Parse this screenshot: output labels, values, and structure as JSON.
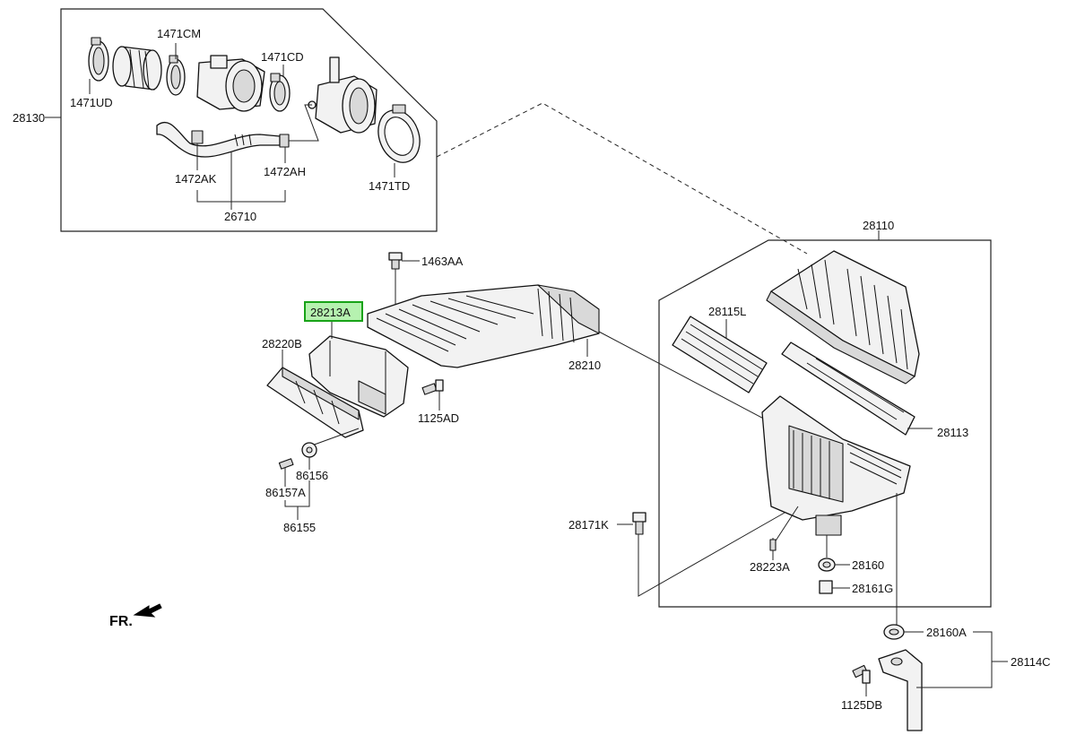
{
  "labels": {
    "l28130": "28130",
    "l1471UD": "1471UD",
    "l1471CM": "1471CM",
    "l1471CD": "1471CD",
    "l1471TD": "1471TD",
    "l1472AK": "1472AK",
    "l1472AH": "1472AH",
    "l26710": "26710",
    "l28110": "28110",
    "l1463AA": "1463AA",
    "l28213A": "28213A",
    "l28220B": "28220B",
    "l28210": "28210",
    "l1125AD": "1125AD",
    "l28115L": "28115L",
    "l28113": "28113",
    "l86156": "86156",
    "l86157A": "86157A",
    "l86155": "86155",
    "l28171K": "28171K",
    "l28223A": "28223A",
    "l28160": "28160",
    "l28161G": "28161G",
    "l28160A": "28160A",
    "l28114C": "28114C",
    "l1125DB": "1125DB"
  },
  "orientation": {
    "label": "FR.",
    "arrow_icon": "front-direction-arrow-icon"
  },
  "highlight": {
    "part": "28213A",
    "color": "#18a318",
    "fill": "#b6f2b0"
  }
}
